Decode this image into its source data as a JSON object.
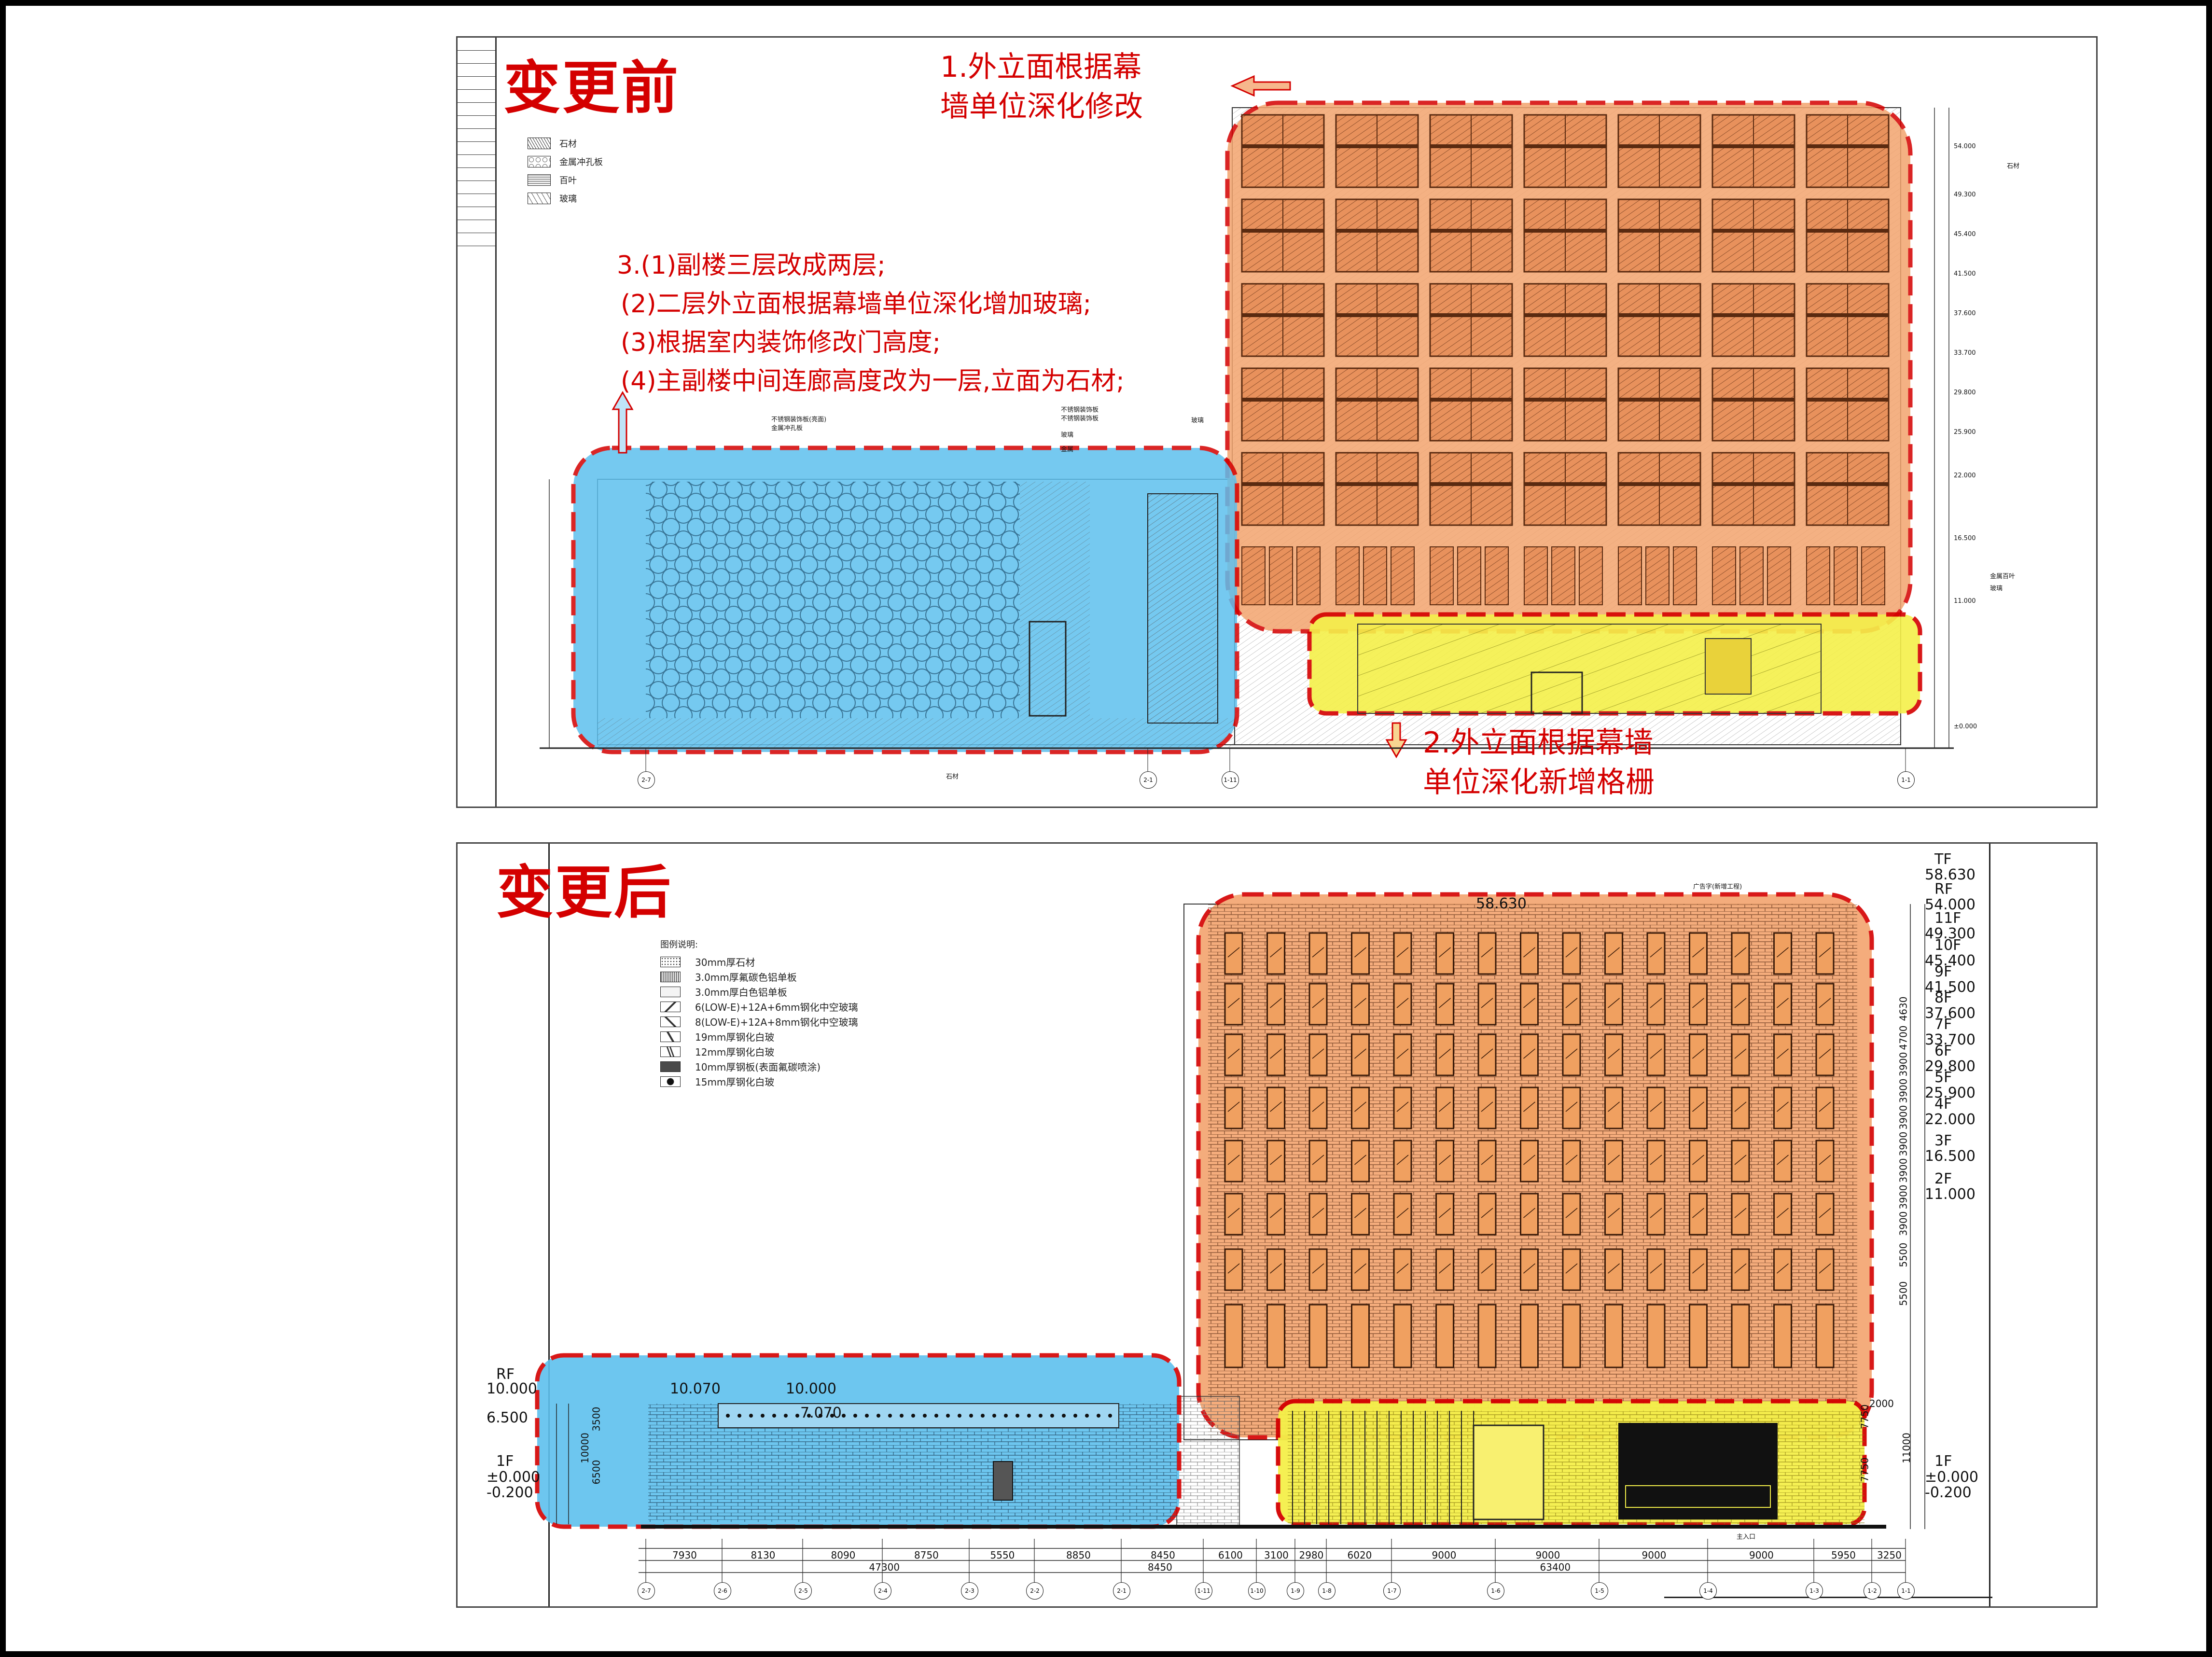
{
  "before": {
    "title": "变更前",
    "notes": {
      "note1_lines": [
        "1.外立面根据幕",
        "墙单位深化修改"
      ],
      "note2_lines": [
        "2.外立面根据幕墙",
        "单位深化新增格栅"
      ],
      "note3_lines": [
        "3.(1)副楼三层改成两层;",
        "(2)二层外立面根据幕墙单位深化增加玻璃;",
        "(3)根据室内装饰修改门高度;",
        "(4)主副楼中间连廊高度改为一层,立面为石材;"
      ]
    },
    "legend": [
      {
        "label": "石材",
        "pattern": "diag"
      },
      {
        "label": "金属冲孔板",
        "pattern": "cloud"
      },
      {
        "label": "百叶",
        "pattern": "hlines"
      },
      {
        "label": "玻璃",
        "pattern": "diag-light"
      }
    ],
    "annotations": [
      "不锈钢装饰板(亮面)",
      "金属冲孔板",
      "不锈钢装饰板",
      "不锈钢装饰板",
      "玻璃",
      "金属",
      "玻璃",
      "石材",
      "石材",
      "金属百叶",
      "玻璃"
    ],
    "levels": [
      "54.000",
      "49.300",
      "45.400",
      "41.500",
      "37.600",
      "33.700",
      "29.800",
      "25.900",
      "22.000",
      "16.500",
      "11.000",
      "±0.000"
    ]
  },
  "after": {
    "title": "变更后",
    "legend_title": "图例说明:",
    "legend": [
      {
        "label": "30mm厚石材"
      },
      {
        "label": "3.0mm厚氟碳色铝单板"
      },
      {
        "label": "3.0mm厚白色铝单板"
      },
      {
        "label": "6(LOW-E)+12A+6mm钢化中空玻璃"
      },
      {
        "label": "8(LOW-E)+12A+8mm钢化中空玻璃"
      },
      {
        "label": "19mm厚钢化白玻"
      },
      {
        "label": "12mm厚钢化白玻"
      },
      {
        "label": "10mm厚钢板(表面氟碳喷涂)"
      },
      {
        "label": "15mm厚钢化白玻"
      }
    ],
    "main_levels": [
      {
        "floor": "TF",
        "elev": "58.630"
      },
      {
        "floor": "RF",
        "elev": "54.000"
      },
      {
        "floor": "11F",
        "elev": "49.300"
      },
      {
        "floor": "10F",
        "elev": "45.400"
      },
      {
        "floor": "9F",
        "elev": "41.500"
      },
      {
        "floor": "8F",
        "elev": "37.600"
      },
      {
        "floor": "7F",
        "elev": "33.700"
      },
      {
        "floor": "6F",
        "elev": "29.800"
      },
      {
        "floor": "5F",
        "elev": "25.900"
      },
      {
        "floor": "4F",
        "elev": "22.000"
      },
      {
        "floor": "3F",
        "elev": "16.500"
      },
      {
        "floor": "2F",
        "elev": "11.000"
      },
      {
        "floor": "1F",
        "elev": "±0.000"
      },
      {
        "floor": "",
        "elev": "-0.200"
      }
    ],
    "floor_dims": [
      "4630",
      "4700",
      "3900",
      "3900",
      "3900",
      "3900",
      "3900",
      "3900",
      "3900",
      "5500",
      "5500",
      "11000"
    ],
    "side_levels": [
      {
        "floor": "RF",
        "elev": "10.000"
      },
      {
        "floor": "",
        "elev": "6.500"
      },
      {
        "floor": "1F",
        "elev": "±0.000"
      },
      {
        "floor": "",
        "elev": "-0.200"
      }
    ],
    "side_dims": [
      "3500",
      "6500",
      "10000"
    ],
    "top_elev": "58.630",
    "roof_elevs": [
      "10.070",
      "10.000",
      "7.070"
    ],
    "ad_label": "广告字(新增工程)",
    "entry_label": "主入口",
    "axis_dims_a": [
      "7930",
      "8130",
      "8090",
      "8750",
      "5550",
      "8850",
      "8450",
      "6100",
      "3100",
      "2980",
      "6020",
      "9000",
      "9000",
      "9000",
      "9000",
      "5950",
      "3250"
    ],
    "axis_dims_b": [
      "47300",
      "8450",
      "63400"
    ],
    "axis_labels": [
      "2-7",
      "2-6",
      "2-5",
      "2-4",
      "2-3",
      "2-2",
      "2-1",
      "1-11",
      "1-10",
      "1-9",
      "1-8",
      "1-7",
      "1-6",
      "1-5",
      "1-4",
      "1-3",
      "1-2",
      "1-1"
    ],
    "side_dims_right": [
      "7750",
      "7750",
      "2000"
    ]
  },
  "colors": {
    "red": "#d40000",
    "orange": "#f3a46e",
    "blue": "#5ec0ee",
    "yellow": "#f5f04a"
  }
}
